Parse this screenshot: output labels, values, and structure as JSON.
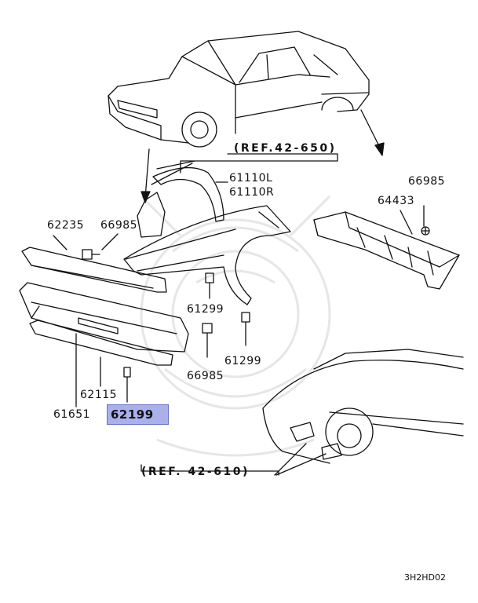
{
  "colors": {
    "line": "#111111",
    "highlight_fill": "#aab0ea",
    "highlight_border": "#6870c8",
    "watermark": "#e6e6e6"
  },
  "refs": {
    "top": "(REF.42-650)",
    "bottom": "(REF. 42-610)"
  },
  "labels": {
    "p61110l": "61110L",
    "p61110r": "61110R",
    "p66985_right": "66985",
    "p64433": "64433",
    "p62235": "62235",
    "p66985_left": "66985",
    "p61299_a": "61299",
    "p61299_b": "61299",
    "p66985_bottom": "66985",
    "p62115": "62115",
    "p61651": "61651",
    "p62199": "62199"
  },
  "diagram_code": "3H2HD02"
}
